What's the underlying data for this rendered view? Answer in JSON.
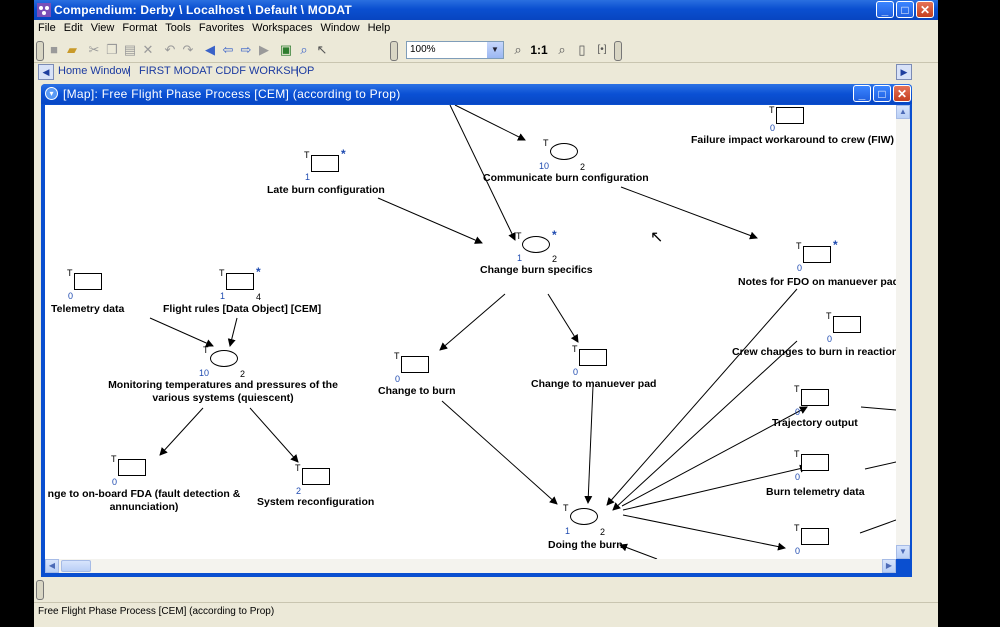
{
  "window": {
    "title": "Compendium: Derby \\ Localhost \\ Default \\ MODAT",
    "minimize": "_",
    "maximize": "□",
    "close": "✕"
  },
  "menu": [
    "File",
    "Edit",
    "View",
    "Format",
    "Tools",
    "Favorites",
    "Workspaces",
    "Window",
    "Help"
  ],
  "toolbar": {
    "zoom_value": "100%",
    "actual_size_label": "1:1"
  },
  "breadcrumbs": {
    "items": [
      "Home Window",
      "FIRST MODAT CDDF WORKSHOP"
    ],
    "separator": "|"
  },
  "map_window": {
    "title": "[Map]: Free Flight Phase Process [CEM] (according to Prop)"
  },
  "nodes": [
    {
      "id": "fiw",
      "shape": "rect",
      "label": "Failure impact workaround to crew (FIW)",
      "t": "T",
      "left": "0",
      "right": "",
      "star": false
    },
    {
      "id": "late",
      "shape": "rect",
      "label": "Late burn configuration",
      "t": "T",
      "left": "1",
      "right": "",
      "star": true
    },
    {
      "id": "comm",
      "shape": "oval",
      "label": "Communicate burn configuration",
      "t": "T",
      "left": "10",
      "right": "2",
      "star": false
    },
    {
      "id": "change",
      "shape": "oval",
      "label": "Change burn specifics",
      "t": "T",
      "left": "1",
      "right": "2",
      "star": true
    },
    {
      "id": "fdo",
      "shape": "rect",
      "label": "Notes for FDO on manuever pad",
      "t": "T",
      "left": "0",
      "right": "",
      "star": true
    },
    {
      "id": "telem",
      "shape": "rect",
      "label": "Telemetry data",
      "t": "T",
      "left": "0",
      "right": "",
      "star": false
    },
    {
      "id": "rules",
      "shape": "rect",
      "label": "Flight rules [Data Object] [CEM]",
      "t": "T",
      "left": "1",
      "right": "4",
      "star": true
    },
    {
      "id": "monitor",
      "shape": "oval",
      "label": "Monitoring temperatures and pressures of the various systems (quiescent)",
      "t": "T",
      "left": "10",
      "right": "2",
      "star": false
    },
    {
      "id": "ctb",
      "shape": "rect",
      "label": "Change to burn",
      "t": "T",
      "left": "0",
      "right": "",
      "star": false
    },
    {
      "id": "ctmp",
      "shape": "rect",
      "label": "Change to manuever pad",
      "t": "T",
      "left": "0",
      "right": "",
      "star": false
    },
    {
      "id": "crew",
      "shape": "rect",
      "label": "Crew changes to burn in reaction",
      "t": "T",
      "left": "0",
      "right": "",
      "star": false
    },
    {
      "id": "traj",
      "shape": "rect",
      "label": "Trajectory output",
      "t": "T",
      "left": "0",
      "right": "",
      "star": false
    },
    {
      "id": "burntel",
      "shape": "rect",
      "label": "Burn telemetry data",
      "t": "T",
      "left": "0",
      "right": "",
      "star": false
    },
    {
      "id": "fda",
      "shape": "rect",
      "label": "nge to on-board FDA (fault detection & annunciation)",
      "t": "T",
      "left": "0",
      "right": "",
      "star": false
    },
    {
      "id": "sysrec",
      "shape": "rect",
      "label": "System reconfiguration",
      "t": "T",
      "left": "2",
      "right": "",
      "star": false
    },
    {
      "id": "doing",
      "shape": "oval",
      "label": "Doing the burn",
      "t": "T",
      "left": "1",
      "right": "2",
      "star": false
    },
    {
      "id": "unnamed",
      "shape": "rect",
      "label": "",
      "t": "T",
      "left": "0",
      "right": "",
      "star": false
    }
  ],
  "status": {
    "text": "Free Flight Phase Process [CEM] (according to Prop)"
  }
}
